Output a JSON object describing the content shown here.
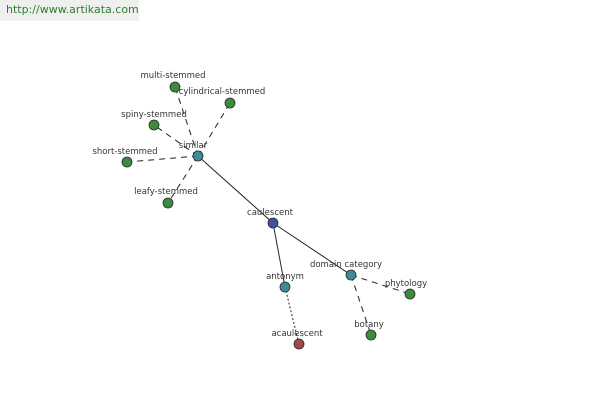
{
  "header": {
    "url": "http://www.artikata.com"
  },
  "colors": {
    "center": "#3f51a3",
    "relation": "#3c8e95",
    "synonym": "#3d8b3d",
    "antonym": "#a34848",
    "edge": "#222222"
  },
  "graph": {
    "nodes": [
      {
        "id": "cauloscent",
        "label": "caulescent",
        "kind": "center"
      },
      {
        "id": "similar",
        "label": "similar",
        "kind": "relation"
      },
      {
        "id": "antonym",
        "label": "antonym",
        "kind": "relation"
      },
      {
        "id": "domain",
        "label": "domain category",
        "kind": "relation"
      },
      {
        "id": "multi",
        "label": "multi-stemmed",
        "kind": "synonym"
      },
      {
        "id": "cyl",
        "label": "cylindrical-stemmed",
        "kind": "synonym"
      },
      {
        "id": "spiny",
        "label": "spiny-stemmed",
        "kind": "synonym"
      },
      {
        "id": "short",
        "label": "short-stemmed",
        "kind": "synonym"
      },
      {
        "id": "leafy",
        "label": "leafy-stemmed",
        "kind": "synonym"
      },
      {
        "id": "acaulescent",
        "label": "acaulescent",
        "kind": "antonym"
      },
      {
        "id": "phytology",
        "label": "phytology",
        "kind": "synonym"
      },
      {
        "id": "botany",
        "label": "botany",
        "kind": "synonym"
      }
    ],
    "edges": [
      {
        "from": "cauloscent",
        "to": "similar",
        "style": "solid"
      },
      {
        "from": "cauloscent",
        "to": "antonym",
        "style": "solid"
      },
      {
        "from": "cauloscent",
        "to": "domain",
        "style": "solid"
      },
      {
        "from": "similar",
        "to": "multi",
        "style": "dashed"
      },
      {
        "from": "similar",
        "to": "cyl",
        "style": "dashed"
      },
      {
        "from": "similar",
        "to": "spiny",
        "style": "dashed"
      },
      {
        "from": "similar",
        "to": "short",
        "style": "dashed"
      },
      {
        "from": "similar",
        "to": "leafy",
        "style": "dashed"
      },
      {
        "from": "antonym",
        "to": "acaulescent",
        "style": "dotted"
      },
      {
        "from": "domain",
        "to": "phytology",
        "style": "dashed"
      },
      {
        "from": "domain",
        "to": "botany",
        "style": "dashed"
      }
    ]
  }
}
